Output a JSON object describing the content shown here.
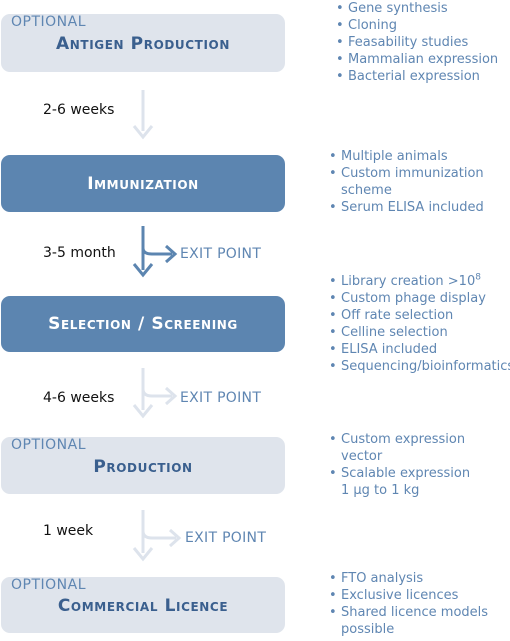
{
  "steps": [
    {
      "optional_label": "OPTIONAL",
      "title": "Antigen Production",
      "bullets": [
        "Gene synthesis",
        "Cloning",
        "Feasability studies",
        "Mammalian expression",
        "Bacterial expression"
      ]
    },
    {
      "optional_label": "",
      "title": "Immunization",
      "bullets": [
        "Multiple animals",
        "Custom immunization scheme",
        "Serum ELISA included"
      ]
    },
    {
      "optional_label": "",
      "title": "Selection / Screening",
      "bullets": [
        "Library creation >10",
        "Custom phage display",
        "Off rate selection",
        "Celline selection",
        "ELISA included",
        "Sequencing/bioinformatics"
      ],
      "library_exponent": "8"
    },
    {
      "optional_label": "OPTIONAL",
      "title": "Production",
      "bullets": [
        "Custom expression vector",
        "Scalable expression 1 µg to 1 kg"
      ]
    },
    {
      "optional_label": "OPTIONAL",
      "title": "Commercial Licence",
      "bullets": [
        "FTO analysis",
        "Exclusive licences",
        "Shared licence models possible"
      ]
    }
  ],
  "transitions": [
    {
      "duration": "2-6 weeks",
      "exit_label": ""
    },
    {
      "duration": "3-5 month",
      "exit_label": "EXIT POINT"
    },
    {
      "duration": "4-6 weeks",
      "exit_label": "EXIT POINT"
    },
    {
      "duration": "1 week",
      "exit_label": "EXIT POINT"
    }
  ],
  "bullet_symbol": "•",
  "colors": {
    "light_box": "#dfe4ec",
    "dark_box": "#5c85b0",
    "accent_text": "#5f86b2",
    "dark_title": "#3a5f8e",
    "light_arrow": "#dde3ec",
    "dark_arrow": "#5c85b0"
  }
}
